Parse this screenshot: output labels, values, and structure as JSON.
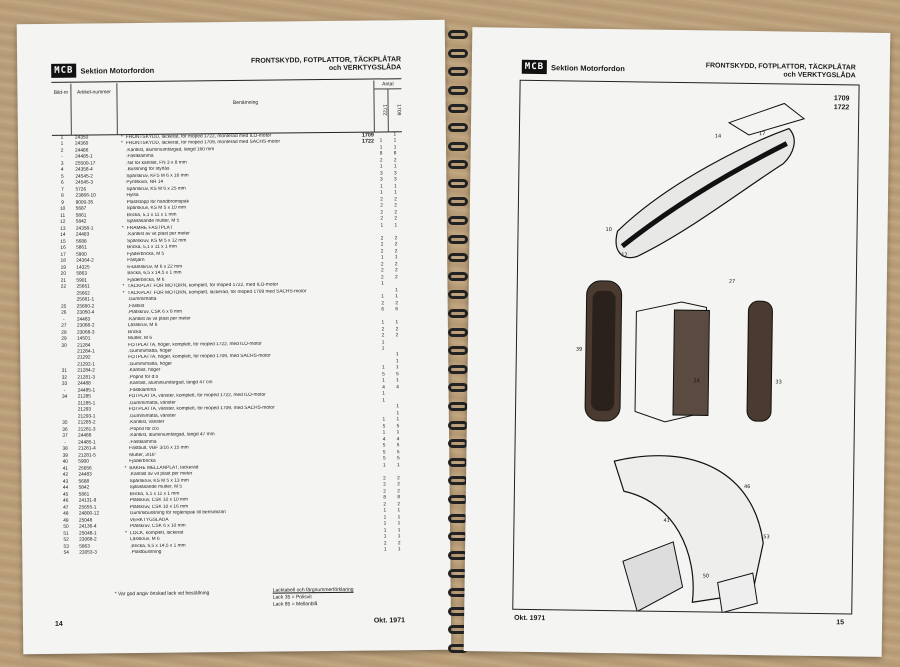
{
  "left": {
    "logo": "MCB",
    "section": "Sektion Motorfordon",
    "title_line1": "FRONTSKYDD, FOTPLATTOR, TÄCKPLÅTAR",
    "title_line2": "och VERKTYGSLÅDA",
    "col_bild": "Bild-nr",
    "col_artikel": "Artikel-nummer",
    "col_benamning": "Benämning",
    "col_antal": "Antal",
    "col_1722": "1722",
    "col_1709": "1709",
    "rows": [
      {
        "n": "1",
        "a": "24350",
        "s": "*",
        "d": "FRONTSKYDD, lackerat, för moped 1722, monterad med ILO-motor",
        "m": "1709",
        "q": "",
        "q2": "1"
      },
      {
        "n": "1",
        "a": "24360",
        "s": "*",
        "d": "FRONTSKYDD, lackerat, för moped 1709, monterad med SACHS-motor",
        "m": "1722",
        "q": "1",
        "q2": "1"
      },
      {
        "n": "2",
        "a": "24486",
        "s": "",
        "d": ".Kantlist, aluminiumfärgad, längd 160 mm",
        "m": "",
        "q": "1",
        "q2": "1"
      },
      {
        "n": "-",
        "a": "24485-1",
        "s": "",
        "d": ".Fästklamma",
        "m": "",
        "q": "8",
        "q2": "8"
      },
      {
        "n": "3",
        "a": "25500-17",
        "s": "",
        "d": ".Nit för kantlist, FN 3 x 8 mm",
        "m": "",
        "q": "2",
        "q2": "2"
      },
      {
        "n": "4",
        "a": "24358-4",
        "s": "",
        "d": ".Bussning för styrlås",
        "m": "",
        "q": "1",
        "q2": "1"
      },
      {
        "n": "5",
        "a": "24545-2",
        "s": "",
        "d": "Spårskruv, KFS M 6 x 16 mm",
        "m": "",
        "q": "3",
        "q2": "3"
      },
      {
        "n": "6",
        "a": "24545-3",
        "s": "",
        "d": "Pyntskiva, NR 14",
        "m": "",
        "q": "3",
        "q2": "3"
      },
      {
        "n": "7",
        "a": "5726",
        "s": "",
        "d": "Spårskruv, KS M 6 x 25 mm",
        "m": "",
        "q": "1",
        "q2": "1"
      },
      {
        "n": "8",
        "a": "23866-10",
        "s": "",
        "d": "Hylsa",
        "m": "",
        "q": "1",
        "q2": "1"
      },
      {
        "n": "9",
        "a": "9000-35",
        "s": "",
        "d": "Plaststopp för handbromspak",
        "m": "",
        "q": "2",
        "q2": "2"
      },
      {
        "n": "10",
        "a": "5687",
        "s": "",
        "d": "Spårskruv, KS M 5 x 10 mm",
        "m": "",
        "q": "2",
        "q2": "2"
      },
      {
        "n": "11",
        "a": "5861",
        "s": "",
        "d": "Bricka, 5,1 x 11 x 1 mm",
        "m": "",
        "q": "2",
        "q2": "2"
      },
      {
        "n": "12",
        "a": "5842",
        "s": "",
        "d": "Självlåsande mutter, M 5",
        "m": "",
        "q": "2",
        "q2": "2"
      },
      {
        "n": "13",
        "a": "24358-1",
        "s": "*",
        "d": "FRÄMRE FÄSTPLÅT",
        "m": "",
        "q": "1",
        "q2": "1"
      },
      {
        "n": "14",
        "a": "24483",
        "s": "",
        "d": ".Kantlist av vit plast        per meter",
        "m": "",
        "q": "",
        "q2": ""
      },
      {
        "n": "15",
        "a": "5688",
        "s": "",
        "d": "Spårskruv, KS M 5 x 12 mm",
        "m": "",
        "q": "2",
        "q2": "2"
      },
      {
        "n": "16",
        "a": "5861",
        "s": "",
        "d": "Bricka, 5,1 x 11 x 1 mm",
        "m": "",
        "q": "2",
        "q2": "2"
      },
      {
        "n": "17",
        "a": "5900",
        "s": "",
        "d": "Fjäderbricka, M 5",
        "m": "",
        "q": "2",
        "q2": "2"
      },
      {
        "n": "18",
        "a": "24364-2",
        "s": "",
        "d": "Fästjärn",
        "m": "",
        "q": "1",
        "q2": "1"
      },
      {
        "n": "19",
        "a": "14325",
        "s": "",
        "d": "6-kantskruv, M 6 x 22 mm",
        "m": "",
        "q": "2",
        "q2": "2"
      },
      {
        "n": "20",
        "a": "5863",
        "s": "",
        "d": "Bricka, 6,5 x 14,5 x 1 mm",
        "m": "",
        "q": "2",
        "q2": "2"
      },
      {
        "n": "21",
        "a": "5901",
        "s": "",
        "d": "Fjäderbricka, M 6",
        "m": "",
        "q": "2",
        "q2": "2"
      },
      {
        "n": "22",
        "a": "25661",
        "s": "*",
        "d": "TÄCKPLÅT FÖR MOTORN, komplett, för moped 1722, med ILO-motor",
        "m": "",
        "q": "1",
        "q2": ""
      },
      {
        "n": "",
        "a": "25662",
        "s": "*",
        "d": "TÄCKPLÅT FÖR MOTORN, komplett, lackerad, för moped 1709 med SACHS-motor",
        "m": "",
        "q": "",
        "q2": "1"
      },
      {
        "n": "",
        "a": "25661-1",
        "s": "",
        "d": ".Gummimatta",
        "m": "",
        "q": "1",
        "q2": "1"
      },
      {
        "n": "25",
        "a": "25660-2",
        "s": "",
        "d": ".Fästlist",
        "m": "",
        "q": "2",
        "q2": "2"
      },
      {
        "n": "26",
        "a": "23050-4",
        "s": "",
        "d": ".Plåtskruv, CSK 6 x 8 mm",
        "m": "",
        "q": "6",
        "q2": "6"
      },
      {
        "n": "-",
        "a": "24483",
        "s": "",
        "d": ".Kantlist av vit plast        per meter",
        "m": "",
        "q": "",
        "q2": ""
      },
      {
        "n": "27",
        "a": "23068-2",
        "s": "",
        "d": "Låsskruv, M 6",
        "m": "",
        "q": "1",
        "q2": "1"
      },
      {
        "n": "28",
        "a": "23068-3",
        "s": "",
        "d": "Bricka",
        "m": "",
        "q": "2",
        "q2": "2"
      },
      {
        "n": "29",
        "a": "14501",
        "s": "",
        "d": "Mutter, M 6",
        "m": "",
        "q": "2",
        "q2": "2"
      },
      {
        "n": "30",
        "a": "21284",
        "s": "",
        "d": "FOTPLATTA, höger, komplett, för moped 1722, med ILO-motor",
        "m": "",
        "q": "1",
        "q2": ""
      },
      {
        "n": "",
        "a": "21284-1",
        "s": "",
        "d": ".Gummimatta, höger",
        "m": "",
        "q": "1",
        "q2": ""
      },
      {
        "n": "",
        "a": "21292",
        "s": "",
        "d": "FOTPLATTA, höger, komplett, för moped 1709, med SACHS-motor",
        "m": "",
        "q": "",
        "q2": "1"
      },
      {
        "n": "",
        "a": "21292-1",
        "s": "",
        "d": ".Gummimatta, höger",
        "m": "",
        "q": "",
        "q2": "1"
      },
      {
        "n": "31",
        "a": "21284-2",
        "s": "",
        "d": ".Kantlist, höger",
        "m": "",
        "q": "1",
        "q2": "1"
      },
      {
        "n": "32",
        "a": "21281-3",
        "s": "",
        "d": ".Popnit för d:o",
        "m": "",
        "q": "5",
        "q2": "5"
      },
      {
        "n": "33",
        "a": "24488",
        "s": "",
        "d": ".Kantlist, aluminiumfärgad, längd 47 cm",
        "m": "",
        "q": "1",
        "q2": "1"
      },
      {
        "n": "-",
        "a": "24485-1",
        "s": "",
        "d": ".Fästklamma",
        "m": "",
        "q": "4",
        "q2": "4"
      },
      {
        "n": "34",
        "a": "21285",
        "s": "",
        "d": "FOTPLATTA, vänster, komplett, för moped 1722, med ILO-motor",
        "m": "",
        "q": "1",
        "q2": ""
      },
      {
        "n": "",
        "a": "21285-1",
        "s": "",
        "d": ".Gummimatta, vänster",
        "m": "",
        "q": "1",
        "q2": ""
      },
      {
        "n": "",
        "a": "21293",
        "s": "",
        "d": "FOTPLATTA, vänster, komplett, för moped 1709, med SACHS-motor",
        "m": "",
        "q": "",
        "q2": "1"
      },
      {
        "n": "",
        "a": "21293-1",
        "s": "",
        "d": ".Gummimatta, vänster",
        "m": "",
        "q": "",
        "q2": "1"
      },
      {
        "n": "35",
        "a": "21285-2",
        "s": "",
        "d": ".Kantlist, vänster",
        "m": "",
        "q": "1",
        "q2": "1"
      },
      {
        "n": "36",
        "a": "21281-3",
        "s": "",
        "d": ".Popnit för d:o",
        "m": "",
        "q": "5",
        "q2": "5"
      },
      {
        "n": "37",
        "a": "24488",
        "s": "",
        "d": ".Kantlist, aluminiumfärgad, längd 47 mm",
        "m": "",
        "q": "1",
        "q2": "1"
      },
      {
        "n": "-",
        "a": "24485-1",
        "s": "",
        "d": ".Fästklamma",
        "m": "",
        "q": "4",
        "q2": "4"
      },
      {
        "n": "38",
        "a": "21281-4",
        "s": "",
        "d": "Fästbult, VBF 3/16 x 15 mm",
        "m": "",
        "q": "5",
        "q2": "5"
      },
      {
        "n": "39",
        "a": "21281-5",
        "s": "",
        "d": "Mutter, 3/16\"",
        "m": "",
        "q": "5",
        "q2": "5"
      },
      {
        "n": "40",
        "a": "5900",
        "s": "",
        "d": "Fjäderbricka",
        "m": "",
        "q": "5",
        "q2": "5"
      },
      {
        "n": "41",
        "a": "25656",
        "s": "*",
        "d": "BAKRE MELLANPLÅT, lackerad",
        "m": "",
        "q": "1",
        "q2": "1"
      },
      {
        "n": "42",
        "a": "24483",
        "s": "",
        "d": ".Kantlist av vit plast        per meter",
        "m": "",
        "q": "",
        "q2": ""
      },
      {
        "n": "43",
        "a": "5688",
        "s": "",
        "d": "Spårskruv, KS M 5 x 13 mm",
        "m": "",
        "q": "2",
        "q2": "2"
      },
      {
        "n": "44",
        "a": "5842",
        "s": "",
        "d": "Självlåsande mutter, M 5",
        "m": "",
        "q": "2",
        "q2": "2"
      },
      {
        "n": "45",
        "a": "5861",
        "s": "",
        "d": "Bricka, 5,1 x 11 x 1 mm",
        "m": "",
        "q": "2",
        "q2": "2"
      },
      {
        "n": "46",
        "a": "24131-9",
        "s": "",
        "d": "Plåtskruv, CSK 10 x 10 mm",
        "m": "",
        "q": "8",
        "q2": "8"
      },
      {
        "n": "47",
        "a": "25655-1",
        "s": "",
        "d": "Plåtskruv, CSK 10 x 16 mm",
        "m": "",
        "q": "2",
        "q2": "2"
      },
      {
        "n": "48",
        "a": "24800-12",
        "s": "",
        "d": "Gummibussning för reglerspak till bensinkran",
        "m": "",
        "q": "1",
        "q2": "1"
      },
      {
        "n": "49",
        "a": "25048",
        "s": "",
        "d": "VERKTYGSLÅDA",
        "m": "",
        "q": "1",
        "q2": "1"
      },
      {
        "n": "50",
        "a": "24136-4",
        "s": "",
        "d": "Plåtskruv, CSK 6 x 10 mm",
        "m": "",
        "q": "1",
        "q2": "1"
      },
      {
        "n": "51",
        "a": "25048-1",
        "s": "*",
        "d": "LOCK, komplett, lackerat",
        "m": "",
        "q": "1",
        "q2": "1"
      },
      {
        "n": "52",
        "a": "23068-2",
        "s": "",
        "d": "Låsskruv, M 6",
        "m": "",
        "q": "1",
        "q2": "1"
      },
      {
        "n": "53",
        "a": "5863",
        "s": "",
        "d": ".Bricka, 6,5 x 14,5 x 1 mm",
        "m": "",
        "q": "2",
        "q2": "2"
      },
      {
        "n": "54",
        "a": "23053-3",
        "s": "",
        "d": ".Plastbussning",
        "m": "",
        "q": "1",
        "q2": "1"
      }
    ],
    "footnote": "* Var god angiv önskad lack vid beställning",
    "lack_title": "Lacktabell och färgnummerförklaring",
    "lack_1": "Lack 35 = Polisvit",
    "lack_2": "Lack 85 = Mellanblå",
    "page_number": "14",
    "date": "Okt. 1971"
  },
  "right": {
    "logo": "MCB",
    "section": "Sektion Motorfordon",
    "title_line1": "FRONTSKYDD, FOTPLATTOR, TÄCKPLÅTAR",
    "title_line2": "och VERKTYGSLÅDA",
    "model_1": "1709",
    "model_2": "1722",
    "page_number": "15",
    "date": "Okt. 1971"
  }
}
